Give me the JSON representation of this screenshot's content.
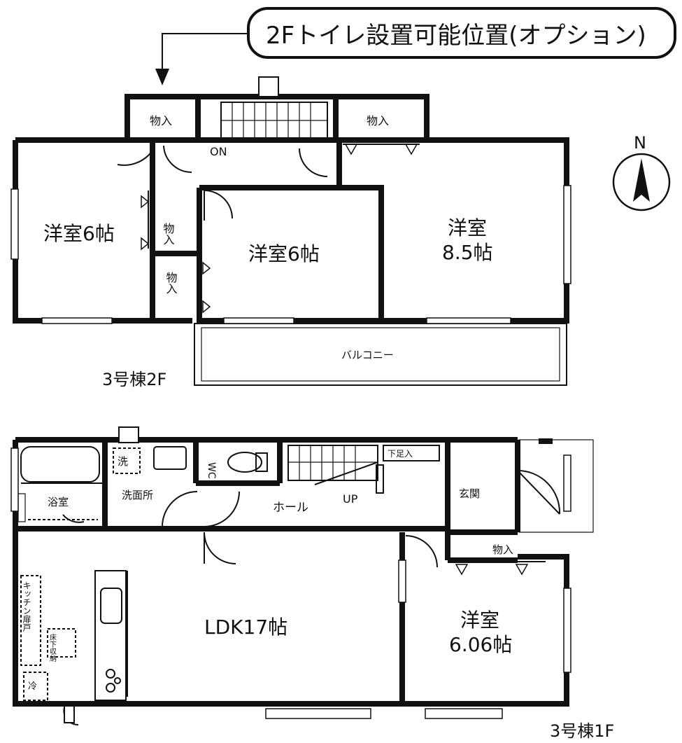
{
  "callout": {
    "text": "2Fトイレ設置可能位置(オプション)"
  },
  "compass": {
    "label": "N"
  },
  "floor2": {
    "caption": "3号棟2F",
    "rooms": {
      "storage_top_left": "物入",
      "storage_top_right": "物入",
      "on_label": "ON",
      "west_room": "洋室6帖",
      "storage_mid_a": "物入",
      "storage_mid_b": "物入",
      "center_room": "洋室6帖",
      "east_room_line1": "洋室",
      "east_room_line2": "8.5帖",
      "balcony": "バルコニー"
    }
  },
  "floor1": {
    "caption": "3号棟1F",
    "rooms": {
      "wash_mark": "洗",
      "wc": "WC",
      "geta": "下足入",
      "bath": "浴室",
      "washroom": "洗面所",
      "hall": "ホール",
      "up": "UP",
      "entrance": "玄関",
      "storage": "物入",
      "ldk": "LDK17帖",
      "kitchen_door": "キッチン扉戸",
      "floor_storage": "床下収納",
      "sink_mark": "冷",
      "room_line1": "洋室",
      "room_line2": "6.06帖"
    }
  }
}
